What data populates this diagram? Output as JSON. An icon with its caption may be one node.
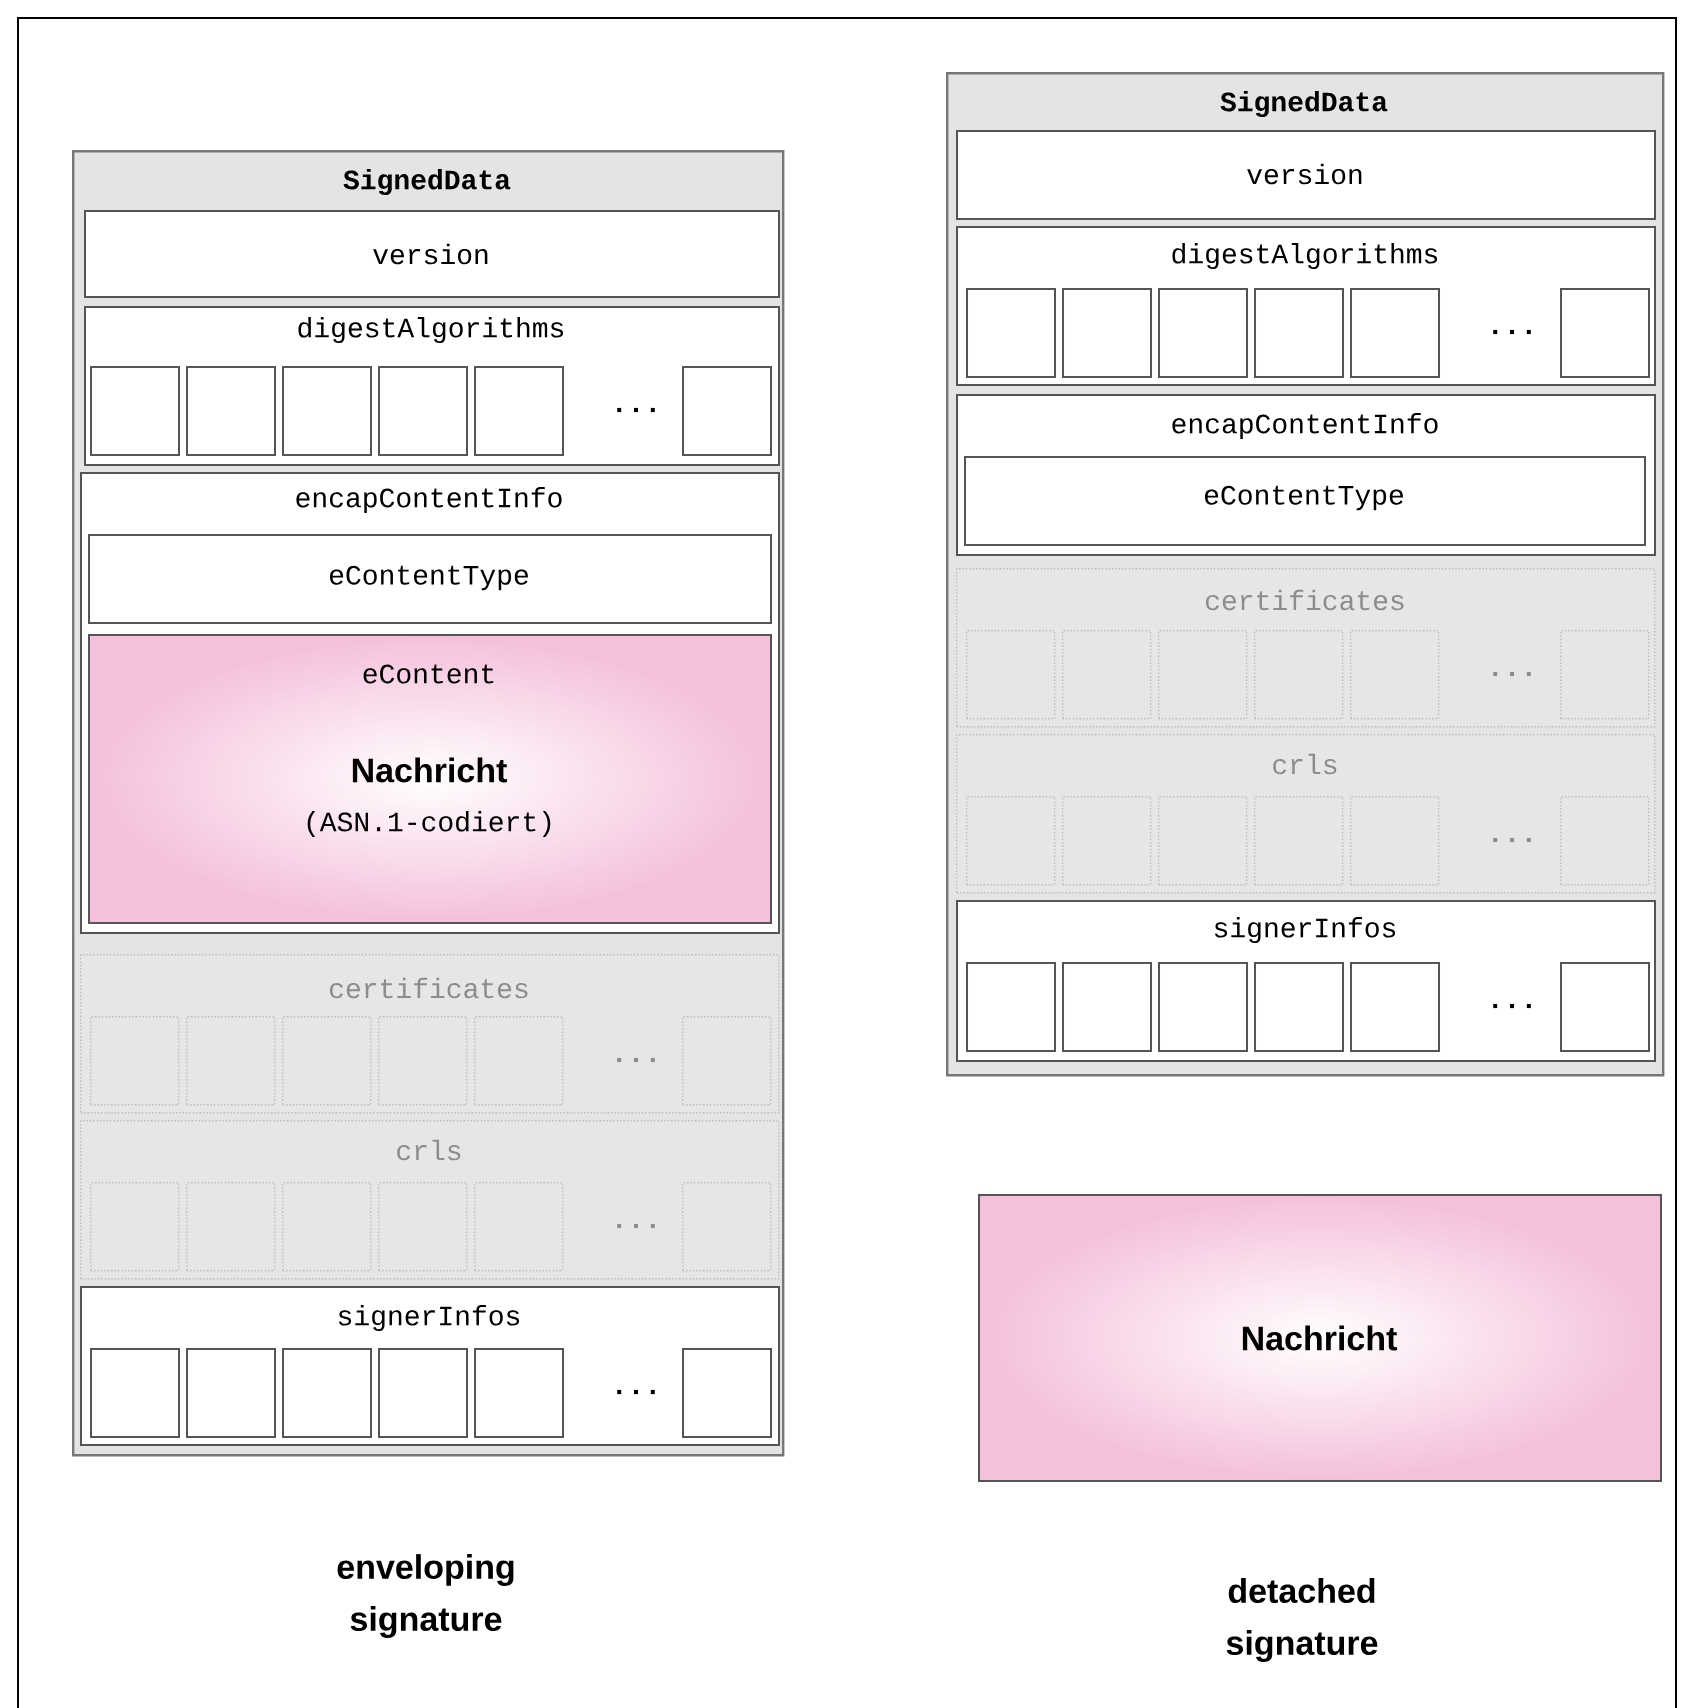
{
  "diagram": {
    "nodes": [
      {
        "text": [
          "SignedData"
        ]
      },
      {
        "text": [
          "version"
        ],
        "in": 0
      },
      {
        "text": [
          "digestAlgorithms"
        ],
        "in": 0
      },
      {
        "text": [],
        "shape": "box",
        "in": 2
      },
      {
        "text": [],
        "shape": "box",
        "in": 2
      },
      {
        "text": [],
        "shape": "box",
        "in": 2
      },
      {
        "text": [],
        "shape": "box",
        "in": 2
      },
      {
        "text": [],
        "shape": "box",
        "in": 2
      },
      {
        "text": [],
        "shape": "box",
        "in": 2
      },
      {
        "text": [
          "encapContentInfo"
        ],
        "in": 0
      },
      {
        "text": [
          "eContentType"
        ],
        "in": 9
      },
      {
        "text": [
          "eContent",
          "Nachricht",
          "(ASN.1-codiert)"
        ],
        "in": 9
      },
      {
        "text": [
          "certificates"
        ],
        "in": 0
      },
      {
        "text": [],
        "shape": "box",
        "in": 12
      },
      {
        "text": [],
        "shape": "box",
        "in": 12
      },
      {
        "text": [],
        "shape": "box",
        "in": 12
      },
      {
        "text": [],
        "shape": "box",
        "in": 12
      },
      {
        "text": [],
        "shape": "box",
        "in": 12
      },
      {
        "text": [],
        "shape": "box",
        "in": 12
      },
      {
        "text": [
          "crls"
        ],
        "in": 0
      },
      {
        "text": [],
        "shape": "box",
        "in": 19
      },
      {
        "text": [],
        "shape": "box",
        "in": 19
      },
      {
        "text": [],
        "shape": "box",
        "in": 19
      },
      {
        "text": [],
        "shape": "box",
        "in": 19
      },
      {
        "text": [],
        "shape": "box",
        "in": 19
      },
      {
        "text": [],
        "shape": "box",
        "in": 19
      },
      {
        "text": [
          "signerInfos"
        ],
        "in": 0
      },
      {
        "text": [],
        "shape": "box",
        "in": 26
      },
      {
        "text": [],
        "shape": "box",
        "in": 26
      },
      {
        "text": [],
        "shape": "box",
        "in": 26
      },
      {
        "text": [],
        "shape": "box",
        "in": 26
      },
      {
        "text": [],
        "shape": "box",
        "in": 26
      },
      {
        "text": [],
        "shape": "box",
        "in": 26
      },
      {
        "text": [
          "SignedData"
        ]
      },
      {
        "text": [
          "version"
        ],
        "in": 33
      },
      {
        "text": [
          "digestAlgorithms"
        ],
        "in": 33
      },
      {
        "text": [],
        "shape": "box",
        "in": 35
      },
      {
        "text": [],
        "shape": "box",
        "in": 35
      },
      {
        "text": [],
        "shape": "box",
        "in": 35
      },
      {
        "text": [],
        "shape": "box",
        "in": 35
      },
      {
        "text": [],
        "shape": "box",
        "in": 35
      },
      {
        "text": [],
        "shape": "box",
        "in": 35
      },
      {
        "text": [
          "encapContentInfo"
        ],
        "in": 33
      },
      {
        "text": [
          "eContentType"
        ],
        "in": 42
      },
      {
        "text": [
          "certificates"
        ],
        "in": 33
      },
      {
        "text": [],
        "shape": "box",
        "in": 44
      },
      {
        "text": [],
        "shape": "box",
        "in": 44
      },
      {
        "text": [],
        "shape": "box",
        "in": 44
      },
      {
        "text": [],
        "shape": "box",
        "in": 44
      },
      {
        "text": [],
        "shape": "box",
        "in": 44
      },
      {
        "text": [],
        "shape": "box",
        "in": 44
      },
      {
        "text": [
          "crls"
        ],
        "in": 33
      },
      {
        "text": [],
        "shape": "box",
        "in": 51
      },
      {
        "text": [],
        "shape": "box",
        "in": 51
      },
      {
        "text": [],
        "shape": "box",
        "in": 51
      },
      {
        "text": [],
        "shape": "box",
        "in": 51
      },
      {
        "text": [],
        "shape": "box",
        "in": 51
      },
      {
        "text": [],
        "shape": "box",
        "in": 51
      },
      {
        "text": [
          "signerInfos"
        ],
        "in": 33
      },
      {
        "text": [],
        "shape": "box",
        "in": 58
      },
      {
        "text": [],
        "shape": "box",
        "in": 58
      },
      {
        "text": [],
        "shape": "box",
        "in": 58
      },
      {
        "text": [],
        "shape": "box",
        "in": 58
      },
      {
        "text": [],
        "shape": "box",
        "in": 58
      },
      {
        "text": [],
        "shape": "box",
        "in": 58
      },
      {
        "text": [
          "Nachricht"
        ]
      }
    ],
    "labels": [
      "...",
      "...",
      "...",
      "...",
      "...",
      "...",
      "...",
      "...",
      "enveloping signature",
      "detached signature"
    ]
  }
}
